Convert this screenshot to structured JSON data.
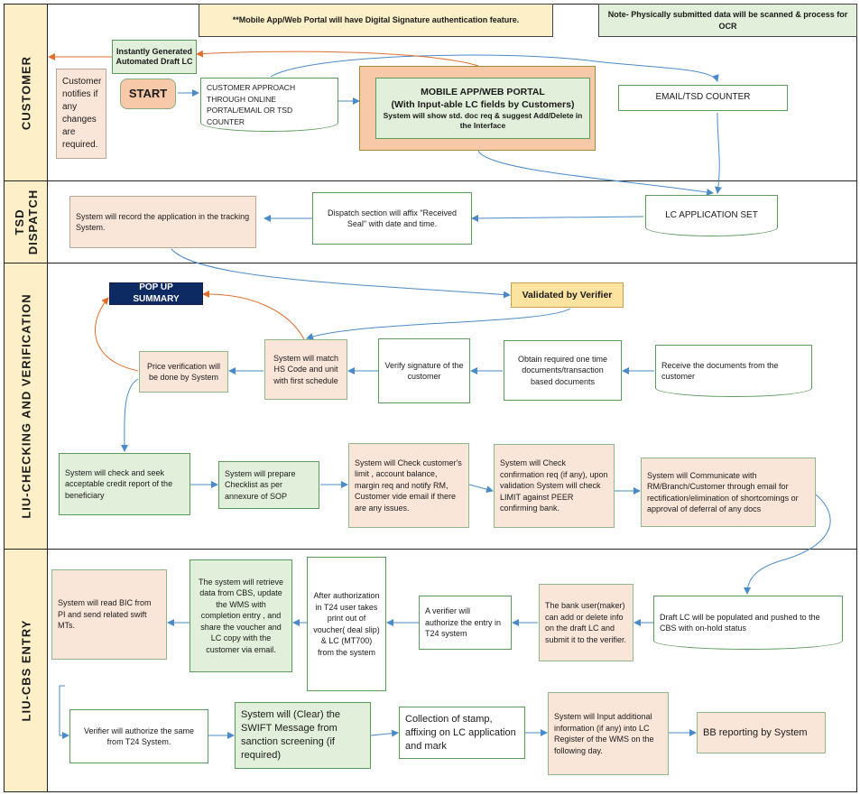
{
  "lanes": {
    "customer": "CUSTOMER",
    "tsd": "TSD DISPATCH",
    "liu_check": "LIU-CHECKING AND VERIFICATION",
    "liu_cbs": "LIU-CBS ENTRY"
  },
  "notes": {
    "digital_signature": "**Mobile App/Web Portal will have Digital Signature authentication feature.",
    "ocr": "Note- Physically submitted data will be scanned & process for OCR"
  },
  "customer": {
    "draft_lc": "Instantly Generated Automated Draft LC",
    "notify": "Customer notifies if any changes are required.",
    "start": "START",
    "approach": "CUSTOMER APPROACH THROUGH ONLINE PORTAL/EMAIL OR TSD COUNTER",
    "portal_title": "MOBILE APP/WEB PORTAL",
    "portal_sub": "(With Input-able LC fields by Customers)",
    "portal_desc": "System will show std. doc req & suggest Add/Delete in the Interface",
    "email": "EMAIL/TSD COUNTER"
  },
  "tsd": {
    "record": "System will record the application in the tracking System.",
    "seal": "Dispatch section will affix \"Received Seal\" with date and time.",
    "lc_set": "LC APPLICATION SET"
  },
  "check": {
    "popup": "POP UP SUMMARY",
    "validated": "Validated by Verifier",
    "price": "Price verification will be done by System",
    "hs": "System will match HS Code and unit with first schedule",
    "verify_sig": "Verify signature of the customer",
    "obtain": "Obtain required one time documents/transaction based documents",
    "receive": "Receive the documents from the customer",
    "credit": "System will check and seek acceptable credit report of the beneficiary",
    "checklist": "System will prepare Checklist as per annexure of SOP",
    "limit": "System will Check customer's limit , account balance, margin req and notify RM, Customer vide email if there are any issues.",
    "confirm": "System will Check confirmation req (if any), upon validation System will check LIMIT against PEER confirming bank.",
    "communicate": "System will Communicate with RM/Branch/Customer through email for rectification/elimination of shortcomings or approval of deferral of any docs"
  },
  "cbs": {
    "bic": "System will read BIC from PI and send related swift MTs.",
    "retrieve": "The system will retrieve data from CBS, update the WMS with completion entry , and share the voucher and LC copy with the customer via email.",
    "after_auth": "After authorization in T24 user takes print out of voucher( deal slip) & LC (MT700) from the system",
    "verifier_t24": "A verifier will authorize the entry in T24 system",
    "maker": "The bank user(maker) can add or delete info on the draft LC and submit it to the verifier.",
    "draft_pushed": "Draft LC will be populated and pushed to the CBS with on-hold status",
    "verifier_same": "Verifier will authorize the same from T24 System.",
    "swift_clear": "System will (Clear) the SWIFT Message from sanction screening (if required)",
    "stamp": "Collection of stamp, affixing on LC application and mark",
    "register": "System will Input additional information (if any) into LC Register of the WMS on the following day.",
    "bb": "BB reporting by System"
  }
}
